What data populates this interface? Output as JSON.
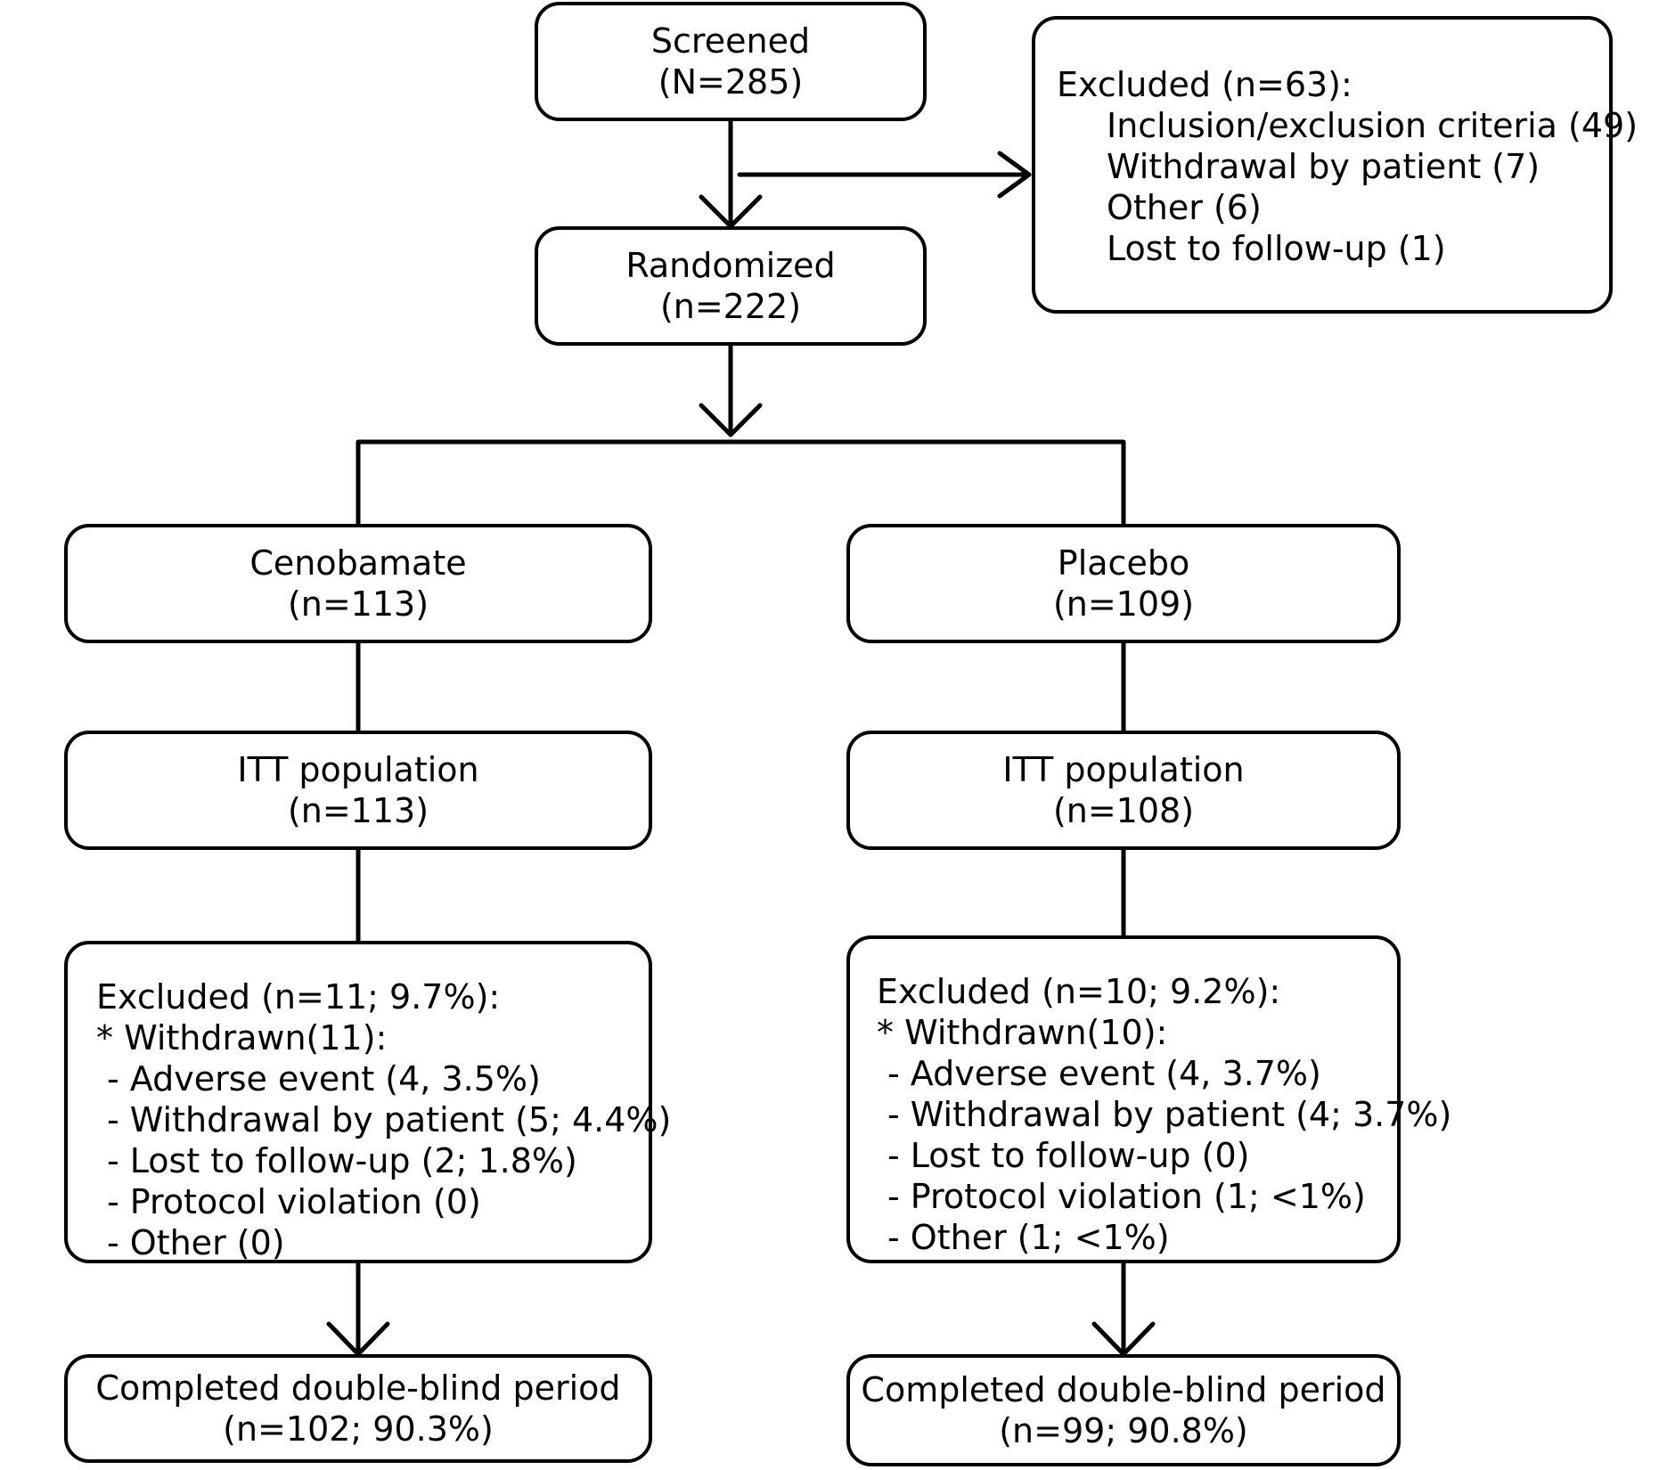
{
  "screened": {
    "title": "Screened",
    "count": "(N=285)"
  },
  "excluded_screening": {
    "title": "Excluded (n=63):",
    "items": [
      "Inclusion/exclusion criteria (49)",
      "Withdrawal by patient (7)",
      "Other (6)",
      "Lost to follow-up (1)"
    ]
  },
  "randomized": {
    "title": "Randomized",
    "count": "(n=222)"
  },
  "cenobamate": {
    "arm": {
      "title": "Cenobamate",
      "count": "(n=113)"
    },
    "itt": {
      "title": "ITT population",
      "count": "(n=113)"
    },
    "excluded": {
      "title": "Excluded (n=11; 9.7%):",
      "withdrawn": "* Withdrawn(11):",
      "items": [
        "- Adverse event (4, 3.5%)",
        "- Withdrawal by patient (5; 4.4%)",
        "- Lost to follow-up (2; 1.8%)",
        "- Protocol violation (0)",
        "- Other (0)"
      ]
    },
    "completed": {
      "title": "Completed double-blind period",
      "count": "(n=102; 90.3%)"
    }
  },
  "placebo": {
    "arm": {
      "title": "Placebo",
      "count": "(n=109)"
    },
    "itt": {
      "title": "ITT population",
      "count": "(n=108)"
    },
    "excluded": {
      "title": "Excluded (n=10; 9.2%):",
      "withdrawn": "* Withdrawn(10):",
      "items": [
        "- Adverse event (4, 3.7%)",
        "- Withdrawal by patient (4; 3.7%)",
        "- Lost to follow-up (0)",
        "- Protocol violation (1; <1%)",
        "- Other (1; <1%)"
      ]
    },
    "completed": {
      "title": "Completed double-blind period",
      "count": "(n=99; 90.8%)"
    }
  }
}
